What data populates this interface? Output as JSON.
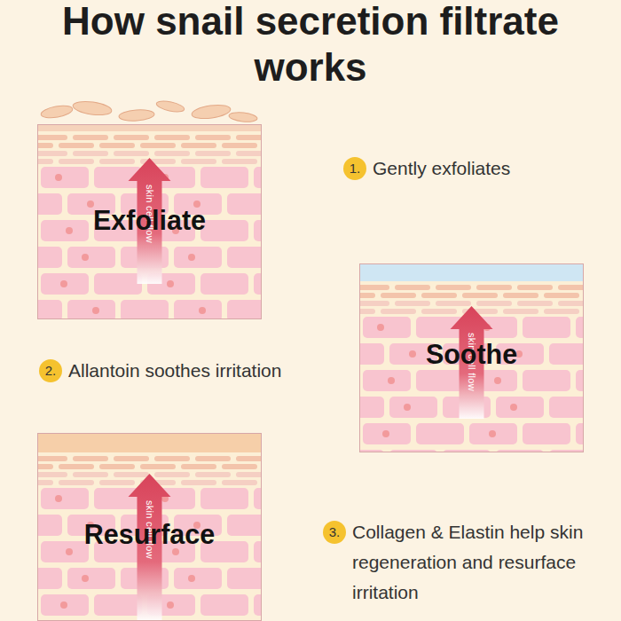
{
  "diagram": {
    "title": "How snail secretion filtrate works",
    "nodes": [
      {
        "text": [
          "skin cell flow",
          "Exfoliate"
        ]
      },
      {
        "text": [
          "1.",
          "Gently exfoliates"
        ]
      },
      {
        "text": [
          "skin cell flow",
          "Soothe"
        ]
      },
      {
        "text": [
          "2.",
          "Allantoin soothes irritation"
        ]
      },
      {
        "text": [
          "skin cell flow",
          "Resurface"
        ]
      },
      {
        "text": [
          "3.",
          "Collagen & Elastin help skin regeneration and resurface irritation"
        ]
      }
    ]
  }
}
